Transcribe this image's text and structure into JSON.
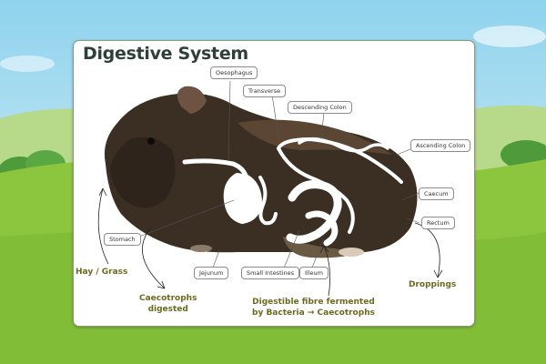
{
  "title": "Digestive System",
  "labels": {
    "oesophagus": "Oesophagus",
    "transverse": "Transverse",
    "descending_colon": "Descending Colon",
    "ascending_colon": "Ascending Colon",
    "caecum": "Caecum",
    "rectum": "Rectum",
    "stomach": "Stomach",
    "jejunum": "Jejunum",
    "small_intestines": "Small Intestines",
    "ileum": "Illeum"
  },
  "callouts": {
    "hay_grass": "Hay / Grass",
    "caecotrophs_line1": "Caecotrophs",
    "caecotrophs_line2": "digested",
    "fibre_line1": "Digestible fibre fermented",
    "fibre_line2": "by Bacteria → Caecotrophs",
    "droppings": "Droppings"
  },
  "colors": {
    "sky": "#8fd3ee",
    "grass": "#8cc63f",
    "callout_text": "#6d6a1f",
    "title_text": "#2f3f3a"
  }
}
